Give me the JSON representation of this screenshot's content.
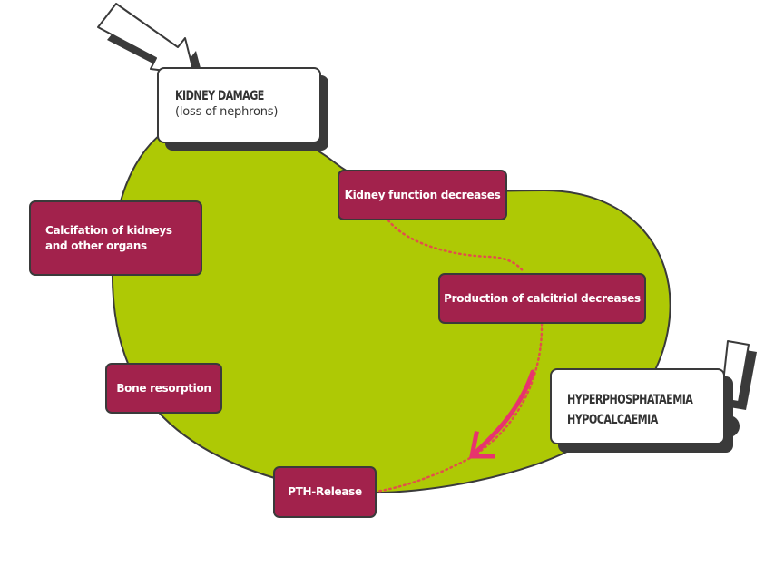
{
  "diagram": {
    "colors": {
      "blob_fill": "#aec905",
      "box_fill": "#a2224c",
      "outline": "#3a3a3a",
      "dotted_line": "#e2504a",
      "arrow": "#e8336e",
      "card_fill": "#ffffff"
    },
    "trigger": {
      "title": "KIDNEY DAMAGE",
      "subtitle": "(loss of nephrons)",
      "icon": "arrow-pointing-down-right"
    },
    "result": {
      "line1": "HYPERPHOSPHATAEMIA",
      "line2": "HYPOCALCAEMIA",
      "icon": "exclamation-mark"
    },
    "steps": [
      {
        "id": "kidney-function",
        "label": "Kidney function decreases"
      },
      {
        "id": "calcitriol",
        "label": "Production of calcitriol decreases"
      },
      {
        "id": "pth",
        "label": "PTH-Release"
      },
      {
        "id": "bone",
        "label": "Bone resorption"
      },
      {
        "id": "calcification",
        "label_line1": "Calcifation of kidneys",
        "label_line2": "and other organs"
      }
    ],
    "connections": [
      {
        "from": "kidney-function",
        "to": "calcitriol",
        "style": "dotted"
      },
      {
        "from": "calcitriol",
        "to": "pth",
        "style": "dotted",
        "arrow": "curved-pink"
      }
    ]
  }
}
